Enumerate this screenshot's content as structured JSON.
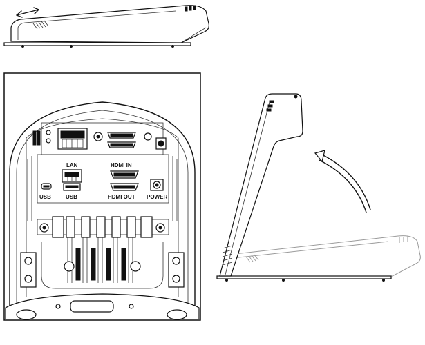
{
  "labels": {
    "lan": "LAN",
    "usb_left": "USB",
    "usb_mid": "USB",
    "hdmi_in": "HDMI IN",
    "hdmi_out": "HDMI OUT",
    "power": "POWER"
  },
  "icons": [
    "slide-arrow-icon",
    "tilt-arrow-icon"
  ]
}
